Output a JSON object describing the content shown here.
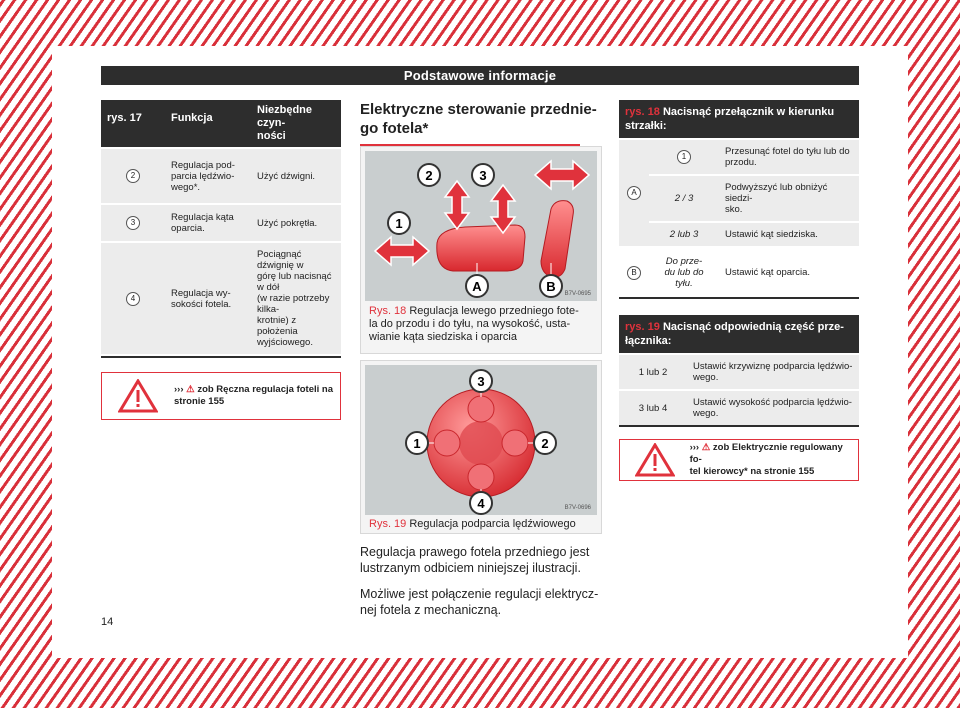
{
  "header": {
    "title": "Podstawowe informacje"
  },
  "left_table": {
    "headers": [
      "rys. 17",
      "Funkcja",
      "Niezbędne czyn-\nności"
    ],
    "rows": [
      {
        "num": "2",
        "func": "Regulacja pod-\nparcia lędźwio-\nwego*.",
        "action": "Użyć dźwigni."
      },
      {
        "num": "3",
        "func": "Regulacja kąta\noparcia.",
        "action": "Użyć pokrętła."
      },
      {
        "num": "4",
        "func": "Regulacja wy-\nsokości fotela.",
        "action": "Pociągnąć dźwignię w\ngórę lub nacisnąć w dół\n(w razie potrzeby kilka-\nkrotnie) z położenia\nwyjściowego."
      }
    ]
  },
  "left_warning": {
    "arrows": "›››",
    "text": "zob Ręczna regulacja foteli na\nstronie 155"
  },
  "middle": {
    "section_title": "Elektryczne sterowanie przednie-\ngo fotela*",
    "fig18": {
      "labels": [
        "1",
        "2",
        "3",
        "A",
        "B"
      ],
      "code": "B7V-0695",
      "caption_num": "Rys. 18",
      "caption_text": "Regulacja lewego przedniego fote-\nla do przodu i do tyłu, na wysokość, usta-\nwianie kąta siedziska i oparcia"
    },
    "fig19": {
      "labels": [
        "1",
        "2",
        "3",
        "4"
      ],
      "code": "B7V-0696",
      "caption_num": "Rys. 19",
      "caption_text": "Regulacja podparcia lędźwiowego"
    },
    "paragraphs": [
      "Regulacja prawego fotela przedniego jest\nlustrzanym odbiciem niniejszej ilustracji.",
      "Możliwe jest połączenie regulacji elektrycz-\nnej fotela z mechaniczną."
    ]
  },
  "right_table1": {
    "title_ref": "rys. 18",
    "title_text": "Nacisnąć przełącznik w kierunku\nstrzałki:",
    "group_a": "A",
    "rows_a": [
      {
        "keys": "1",
        "text": "Przesunąć fotel do tyłu lub do\nprzodu."
      },
      {
        "keys": "2 / 3",
        "text": "Podwyższyć lub obniżyć siedzi-\nsko."
      },
      {
        "keys": "2 lub 3",
        "text": "Ustawić kąt siedziska."
      }
    ],
    "group_b": "B",
    "row_b": {
      "keys": "Do prze-\ndu lub do\ntyłu.",
      "text": "Ustawić kąt oparcia."
    }
  },
  "right_table2": {
    "title_ref": "rys. 19",
    "title_text": "Nacisnąć odpowiednią część prze-\nłącznika:",
    "rows": [
      {
        "keys": "1 lub 2",
        "text": "Ustawić krzywiznę podparcia lędźwio-\nwego."
      },
      {
        "keys": "3 lub 4",
        "text": "Ustawić wysokość podparcia lędźwio-\nwego."
      }
    ]
  },
  "right_warning": {
    "arrows": "›››",
    "text": "zob Elektrycznie regulowany fo-\ntel kierowcy* na stronie 155"
  },
  "page_number": "14",
  "colors": {
    "accent": "#e0323c",
    "dark": "#2d2d2d",
    "shade": "#ececec"
  }
}
